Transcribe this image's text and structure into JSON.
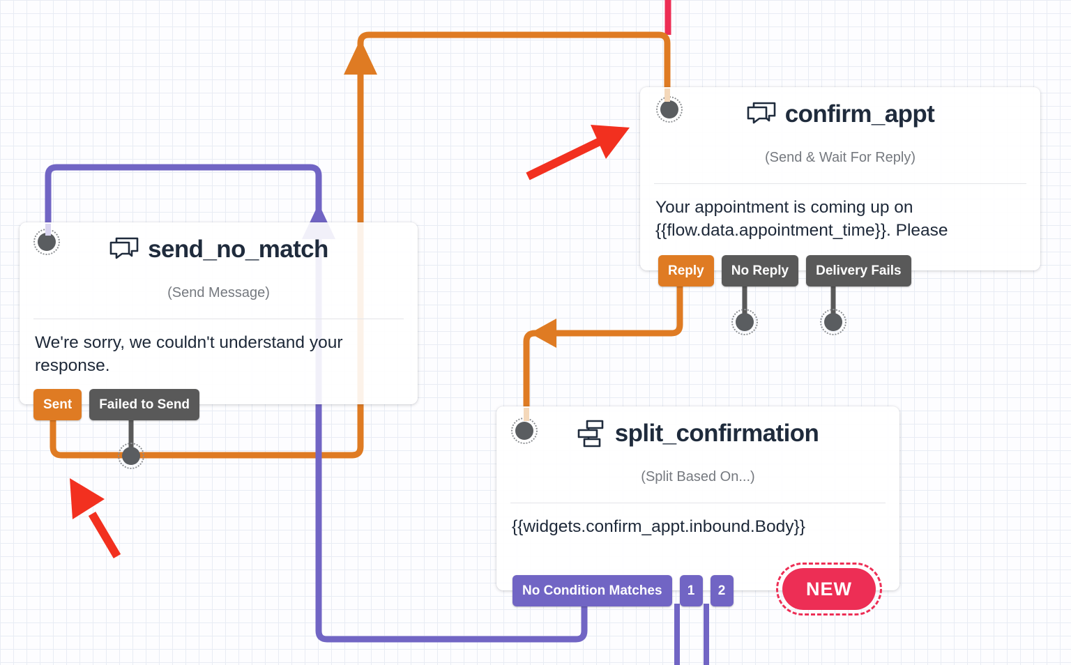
{
  "canvas": {
    "type": "flow-builder-grid"
  },
  "widgets": {
    "send_no_match": {
      "title": "send_no_match",
      "type_label": "(Send Message)",
      "body": "We're sorry, we couldn't understand your response.",
      "transitions": {
        "sent": "Sent",
        "failed": "Failed to Send"
      }
    },
    "confirm_appt": {
      "title": "confirm_appt",
      "type_label": "(Send & Wait For Reply)",
      "body": "Your appointment is coming up on {{flow.data.appointment_time}}. Please",
      "transitions": {
        "reply": "Reply",
        "no_reply": "No Reply",
        "delivery_fails": "Delivery Fails"
      }
    },
    "split_confirmation": {
      "title": "split_confirmation",
      "type_label": "(Split Based On...)",
      "body": "{{widgets.confirm_appt.inbound.Body}}",
      "transitions": {
        "no_condition_matches": "No Condition Matches",
        "branch_1": "1",
        "branch_2": "2"
      },
      "new_badge": "NEW"
    }
  },
  "colors": {
    "connector_orange": "#df7b23",
    "connector_purple": "#7165c4",
    "connector_crimson": "#ed2e55",
    "button_gray": "#595959",
    "annotation_arrow_red": "#f2301f",
    "dot_fill": "#5a5d60",
    "title_text": "#1f2b3c",
    "subtitle_text": "#75797f"
  }
}
